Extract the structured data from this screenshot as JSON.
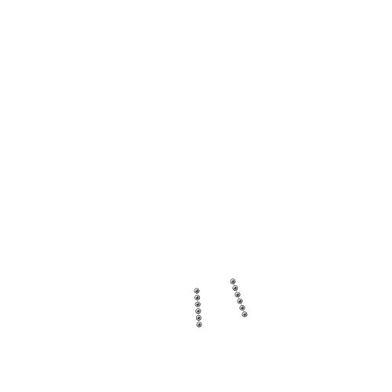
{
  "image": {
    "subject": "pair-of-drop-earrings",
    "background_color": "#ffffff",
    "metal_color": "#c9c9c9",
    "stone_color": "#3a3a3a",
    "earrings": [
      {
        "name": "left-earring",
        "stone_count": 6
      },
      {
        "name": "right-earring",
        "stone_count": 6
      }
    ]
  }
}
